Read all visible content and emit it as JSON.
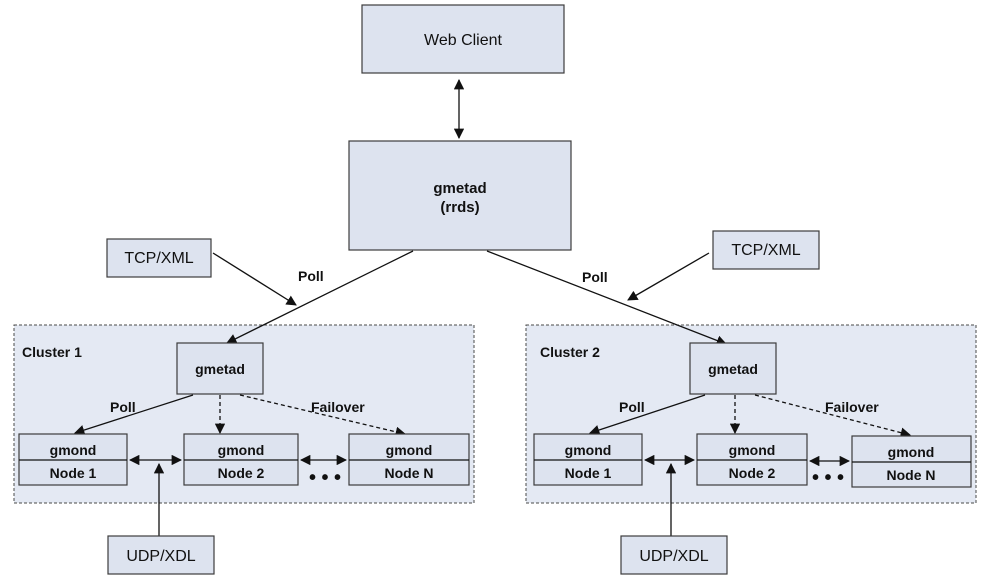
{
  "web_client": {
    "label": "Web Client"
  },
  "gmetad_main": {
    "line1": "gmetad",
    "line2": "(rrds)"
  },
  "protocols": {
    "tcp_left": "TCP/XML",
    "tcp_right": "TCP/XML",
    "udp_left": "UDP/XDL",
    "udp_right": "UDP/XDL"
  },
  "edge_labels": {
    "poll_left": "Poll",
    "poll_right": "Poll"
  },
  "clusters": [
    {
      "title": "Cluster 1",
      "gmetad": "gmetad",
      "poll": "Poll",
      "failover": "Failover",
      "ellipsis": "• • •",
      "nodes": [
        {
          "top": "gmond",
          "bottom": "Node 1"
        },
        {
          "top": "gmond",
          "bottom": "Node 2"
        },
        {
          "top": "gmond",
          "bottom": "Node N"
        }
      ]
    },
    {
      "title": "Cluster 2",
      "gmetad": "gmetad",
      "poll": "Poll",
      "failover": "Failover",
      "ellipsis": "• • •",
      "nodes": [
        {
          "top": "gmond",
          "bottom": "Node 1"
        },
        {
          "top": "gmond",
          "bottom": "Node 2"
        },
        {
          "top": "gmond",
          "bottom": "Node N"
        }
      ]
    }
  ]
}
